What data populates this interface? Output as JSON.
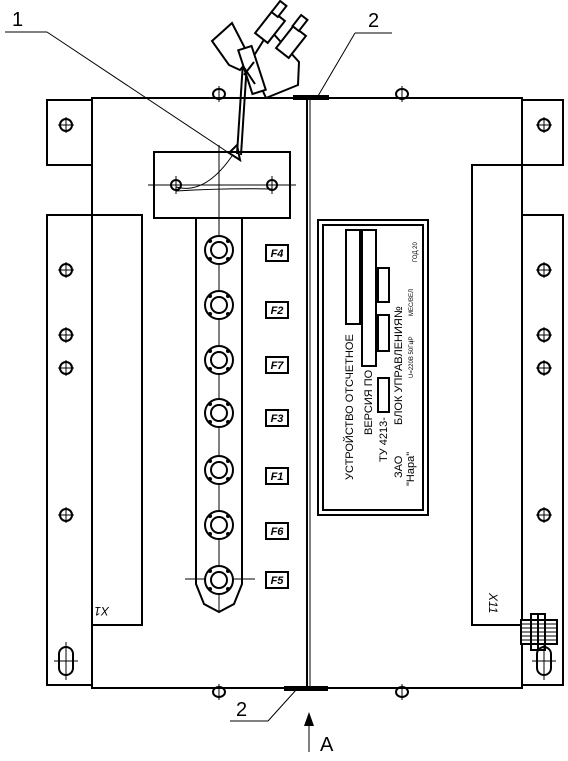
{
  "callouts": {
    "c1": "1",
    "c2_top": "2",
    "c2_bottom": "2",
    "view_a": "A"
  },
  "fuses": [
    "F4",
    "F2",
    "F7",
    "F3",
    "F1",
    "F6",
    "F5"
  ],
  "connectors": {
    "left": "X1",
    "right": "X11"
  },
  "plate": {
    "line1": "УСТРОЙСТВО ОТСЧЕТНОЕ",
    "line2": "ВЕРСИЯ ПО",
    "line3": "ТУ 4213-",
    "line4": "ЗАО",
    "line5": "\"Нара\"",
    "line6": "БЛОК УПРАВЛЕНИЯ",
    "line7": "№",
    "small1": "U=220В 50Гц",
    "small2": "IP",
    "small3": "ГОД 20",
    "small4": "МЕС/ВЕЛ"
  }
}
